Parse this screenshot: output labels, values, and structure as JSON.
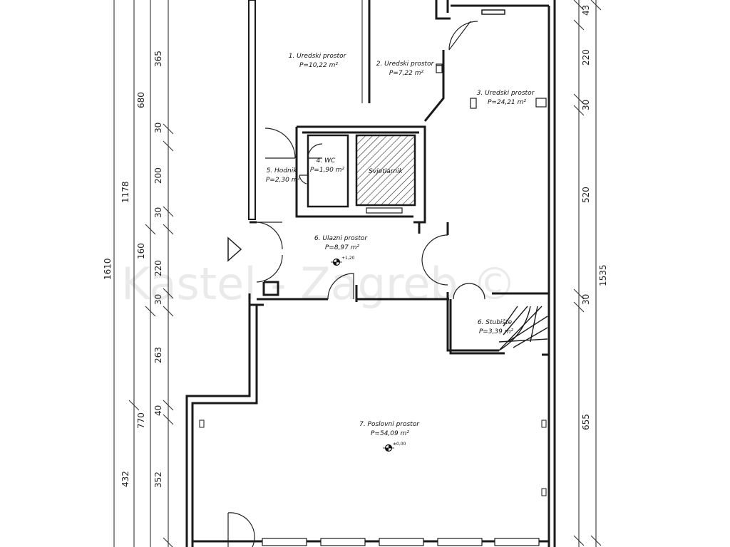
{
  "watermark": "Kastel - Zagreb ©",
  "rooms": [
    {
      "name": "1. Uredski prostor",
      "area": "P=10,22 m²"
    },
    {
      "name": "2. Uredski prostor",
      "area": "P=7,22 m²"
    },
    {
      "name": "3. Uredski prostor",
      "area": "P=24,21 m²"
    },
    {
      "name": "4. WC",
      "area": "P=1,90 m²"
    },
    {
      "name": "5. Hodnik",
      "area": "P=2,30 m²"
    },
    {
      "name": "6. Ulazni prostor",
      "area": "P=8,97 m²"
    },
    {
      "name": "6. Stubište",
      "area": "P=3,39 m²"
    },
    {
      "name": "7. Poslovni prostor",
      "area": "P=54,09 m²"
    }
  ],
  "lightwell_label": "Svjetlarnik",
  "levels": [
    "+1,20",
    "±0,00"
  ],
  "dimensions": {
    "left_inner": [
      "365",
      "30",
      "200",
      "30",
      "220",
      "30",
      "263",
      "40",
      "352"
    ],
    "left_mid": [
      "680",
      "160",
      "770"
    ],
    "left_outer": [
      "1178",
      "432"
    ],
    "left_total": "1610",
    "right_inner": [
      "43",
      "220",
      "30",
      "520",
      "30",
      "655"
    ],
    "right_total": "1535"
  },
  "colors": {
    "ink": "#1a1a1a",
    "hatch": "#333333"
  }
}
